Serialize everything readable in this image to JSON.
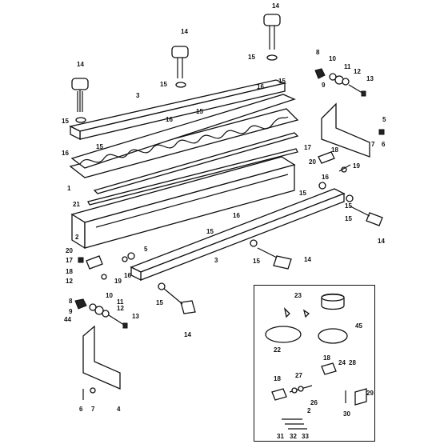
{
  "diagram": {
    "callouts": {
      "c1": "14",
      "c2": "14",
      "c3": "14",
      "c4": "15",
      "c5": "15",
      "c6": "15",
      "c7": "3",
      "c8": "16",
      "c9": "15",
      "c10": "16",
      "c11": "15",
      "c12": "16",
      "c13": "15",
      "c14": "8",
      "c15": "10",
      "c16": "11",
      "c17": "12",
      "c18": "9",
      "c19": "13",
      "c20": "1",
      "c21": "21",
      "c22": "5",
      "c23": "7",
      "c24": "6",
      "c25": "17",
      "c26": "18",
      "c27": "20",
      "c28": "16",
      "c29": "19",
      "c30": "15",
      "c31": "15",
      "c32": "2",
      "c33": "16",
      "c34": "15",
      "c35": "15",
      "c36": "14",
      "c37": "20",
      "c38": "17",
      "c39": "18",
      "c40": "12",
      "c41": "19",
      "c42": "5",
      "c43": "16",
      "c44": "3",
      "c45": "15",
      "c46": "14",
      "c47": "10",
      "c48": "11",
      "c49": "12",
      "c50": "8",
      "c51": "9",
      "c52": "44",
      "c53": "13",
      "c54": "15",
      "c55": "14",
      "c56": "6",
      "c57": "7",
      "c58": "4",
      "i1": "23",
      "i2": "45",
      "i3": "22",
      "i4": "24",
      "i5": "28",
      "i6": "18",
      "i7": "27",
      "i8": "18",
      "i9": "26",
      "i10": "2",
      "i11": "29",
      "i12": "30",
      "i13": "31",
      "i14": "32",
      "i15": "33"
    }
  }
}
